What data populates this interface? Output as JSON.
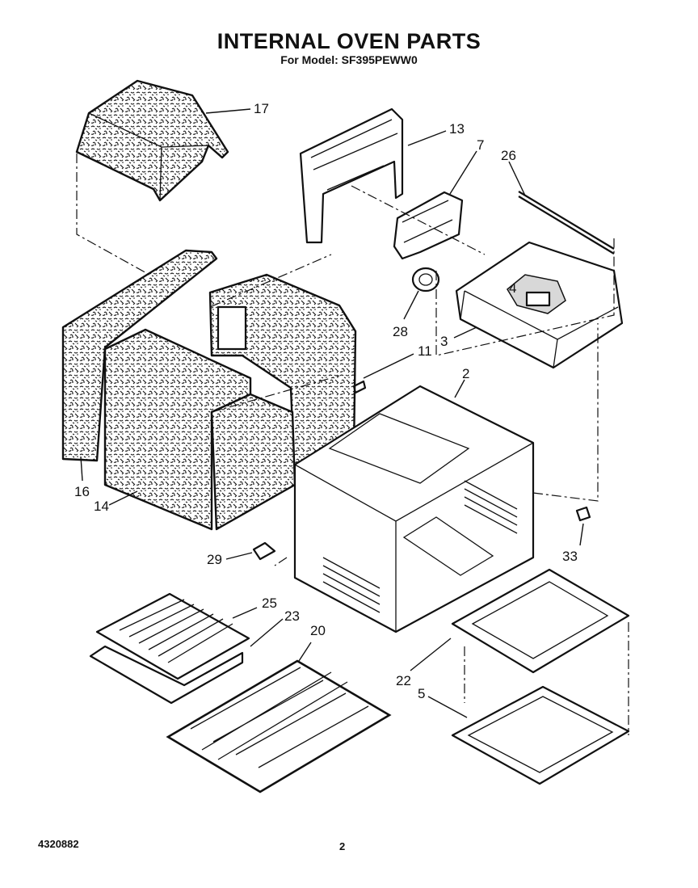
{
  "header": {
    "title": "INTERNAL OVEN PARTS",
    "subtitle": "For Model: SF395PEWW0"
  },
  "footer": {
    "document_number": "4320882",
    "page_number": "2"
  },
  "callouts": [
    "17",
    "13",
    "7",
    "26",
    "28",
    "3",
    "11",
    "2",
    "16",
    "14",
    "33",
    "29",
    "25",
    "23",
    "20",
    "22",
    "5",
    "4"
  ]
}
